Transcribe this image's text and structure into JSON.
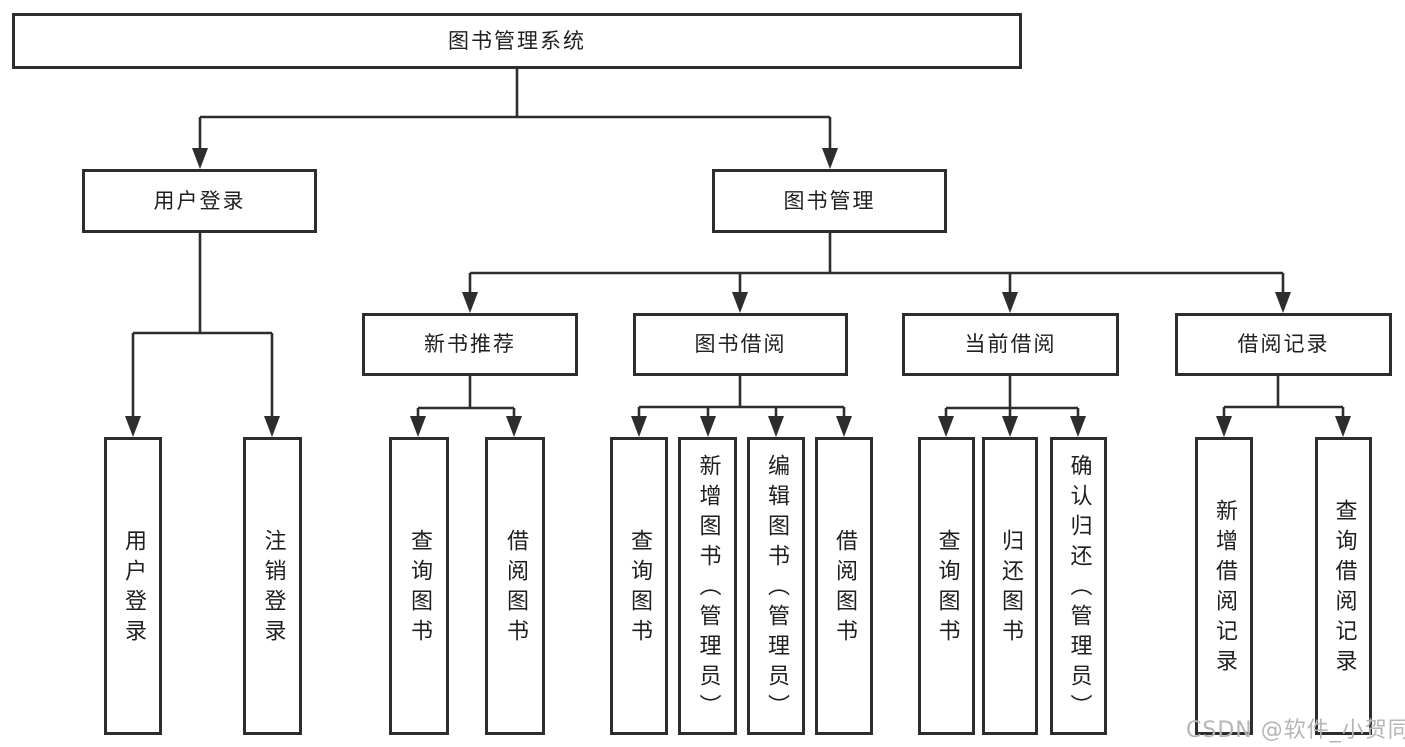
{
  "nodes": {
    "root": "图书管理系统",
    "l2": [
      "用户登录",
      "图书管理"
    ],
    "l3": [
      "新书推荐",
      "图书借阅",
      "当前借阅",
      "借阅记录"
    ],
    "leaves_user": [
      "用户登录",
      "注销登录"
    ],
    "leaves_newbook": [
      "查询图书",
      "借阅图书"
    ],
    "leaves_borrow": [
      "查询图书",
      "新增图书（管理员）",
      "编辑图书（管理员）",
      "借阅图书"
    ],
    "leaves_current": [
      "查询图书",
      "归还图书",
      "确认归还（管理员）"
    ],
    "leaves_record": [
      "新增借阅记录",
      "查询借阅记录"
    ]
  },
  "watermark": "CSDN @软件_小贺同学",
  "colors": {
    "line": "#2d2d2d",
    "text": "#1f1f1f",
    "watermark_gray": "#b6b6b6",
    "background": "#ffffff"
  }
}
